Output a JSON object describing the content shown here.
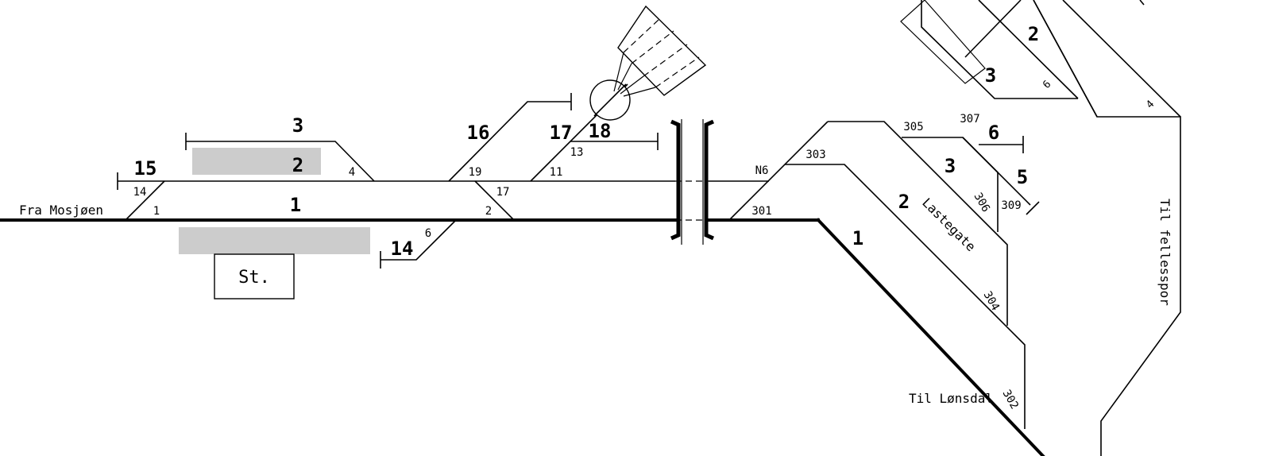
{
  "labels": {
    "fra_mosjoen": "Fra Mosjøen",
    "til_lonsdal": "Til Lønsdal",
    "til_fellesspor": "Til fellesspor",
    "lastegate": "Lastegate",
    "station": "St."
  },
  "tracks": {
    "t1_left": "1",
    "t2_left": "2",
    "t3_left": "3",
    "t15": "15",
    "t14": "14",
    "t16": "16",
    "t17": "17",
    "t18": "18",
    "t1_right": "1",
    "t2_right": "2",
    "t3_right": "3",
    "t5": "5",
    "t6": "6",
    "t2_top": "2",
    "t3_top": "3"
  },
  "switches": {
    "sw1": "1",
    "sw14": "14",
    "sw4": "4",
    "sw6": "6",
    "sw2": "2",
    "sw17": "17",
    "sw19": "19",
    "sw11": "11",
    "sw13": "13",
    "swN6": "N6",
    "sw301": "301",
    "sw303": "303",
    "sw305": "305",
    "sw307": "307",
    "sw306": "306",
    "sw309": "309",
    "sw304": "304",
    "sw302": "302",
    "sw6_top": "6",
    "sw4_top": "4"
  }
}
